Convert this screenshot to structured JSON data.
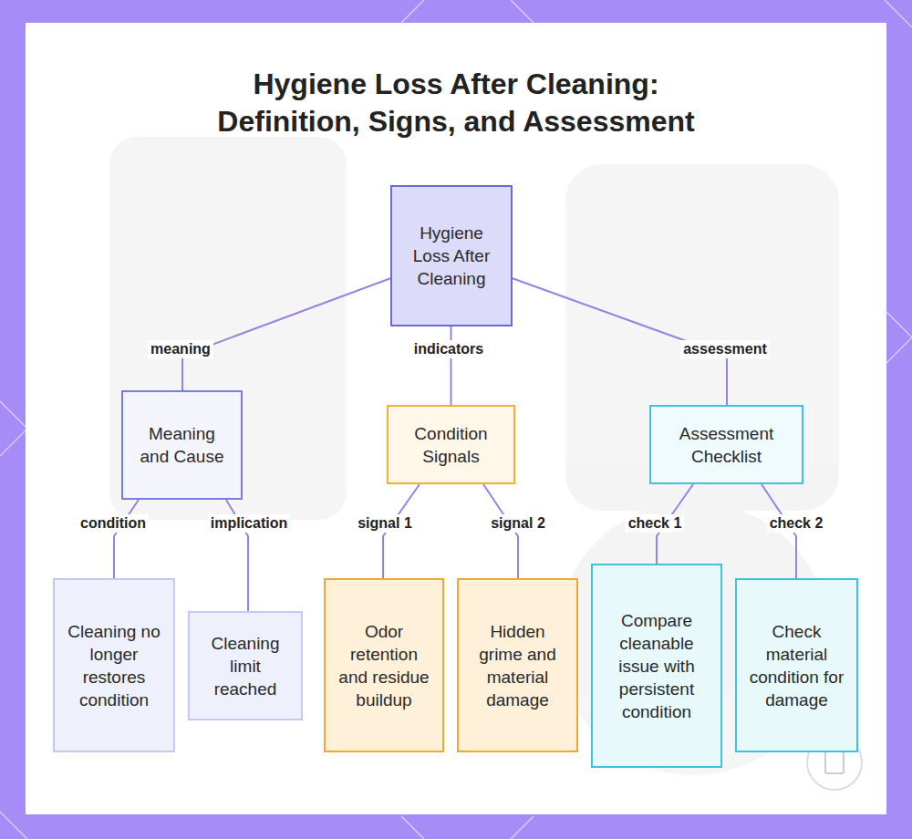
{
  "diagram": {
    "title": "Hygiene Loss After Cleaning: Definition, Signs, and Assessment",
    "nodes": [
      {
        "text": [
          "Hygiene Loss After Cleaning"
        ]
      },
      {
        "text": [
          "Meaning and Cause"
        ]
      },
      {
        "text": [
          "Condition Signals"
        ]
      },
      {
        "text": [
          "Assessment Checklist"
        ]
      },
      {
        "text": [
          "Cleaning no longer restores condition"
        ]
      },
      {
        "text": [
          "Cleaning limit reached"
        ]
      },
      {
        "text": [
          "Odor retention and residue buildup"
        ]
      },
      {
        "text": [
          "Hidden grime and material damage"
        ]
      },
      {
        "text": [
          "Compare cleanable issue with persistent condition"
        ]
      },
      {
        "text": [
          "Check material condition for damage"
        ]
      }
    ],
    "edges": [
      {
        "from": 0,
        "to": 1,
        "label": "meaning",
        "arrow": "none"
      },
      {
        "from": 0,
        "to": 2,
        "label": "indicators",
        "arrow": "none"
      },
      {
        "from": 0,
        "to": 3,
        "label": "assessment",
        "arrow": "none"
      },
      {
        "from": 1,
        "to": 4,
        "label": "condition",
        "arrow": "none"
      },
      {
        "from": 1,
        "to": 5,
        "label": "implication",
        "arrow": "none"
      },
      {
        "from": 2,
        "to": 6,
        "label": "signal 1",
        "arrow": "none"
      },
      {
        "from": 2,
        "to": 7,
        "label": "signal 2",
        "arrow": "none"
      },
      {
        "from": 3,
        "to": 8,
        "label": "check 1",
        "arrow": "none"
      },
      {
        "from": 3,
        "to": 9,
        "label": "check 2",
        "arrow": "none"
      }
    ]
  }
}
